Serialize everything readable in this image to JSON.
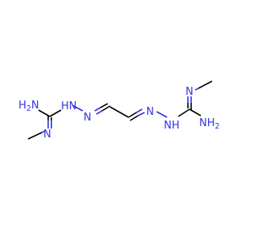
{
  "atoms": [
    {
      "id": "nh2_left",
      "label": "H2N",
      "element": "N",
      "color": "#3232e6"
    },
    {
      "id": "nh_left",
      "label": "HN",
      "element": "N",
      "color": "#3232e6"
    },
    {
      "id": "n_left_hydrazone",
      "label": "N",
      "element": "N",
      "color": "#3232e6"
    },
    {
      "id": "n_left_methyl",
      "label": "N",
      "element": "N",
      "color": "#3232e6"
    },
    {
      "id": "n_right_hydrazone",
      "label": "N",
      "element": "N",
      "color": "#3232e6"
    },
    {
      "id": "nh_right",
      "label": "NH",
      "element": "N",
      "color": "#3232e6"
    },
    {
      "id": "n_right_methyl",
      "label": "N",
      "element": "N",
      "color": "#3232e6"
    },
    {
      "id": "nh2_right",
      "label": "NH2",
      "element": "N",
      "color": "#3232e6"
    }
  ],
  "colors": {
    "nitrogen": "#3232e6",
    "carbon_bond": "#000000",
    "background": "#ffffff"
  }
}
